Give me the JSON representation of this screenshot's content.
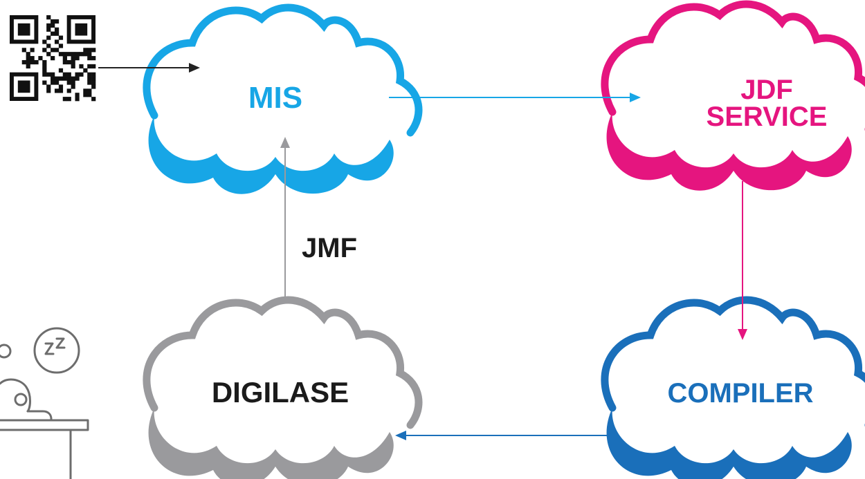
{
  "nodes": {
    "mis": {
      "label_lines": [
        "MIS"
      ],
      "color": "#17a6e6"
    },
    "jdf": {
      "label_lines": [
        "JDF",
        "SERVICE"
      ],
      "color": "#e5157f"
    },
    "digilase": {
      "label_lines": [
        "DIGILASE"
      ],
      "color": "#9a9a9d"
    },
    "compiler": {
      "label_lines": [
        "COMPILER"
      ],
      "color": "#1a6fba"
    }
  },
  "edges": {
    "qr_to_mis": {
      "color": "#222222"
    },
    "mis_to_jdf": {
      "color": "#17a6e6"
    },
    "jdf_to_compiler": {
      "color": "#e5157f"
    },
    "compiler_to_digilase": {
      "color": "#1a6fba"
    },
    "digilase_to_mis": {
      "label": "JMF",
      "color": "#9a9a9d"
    }
  },
  "icons": {
    "qr": "qr-code-icon",
    "sleeping": "sleeping-person-icon"
  },
  "colors": {
    "text_dark": "#1b1b1b",
    "icon_gray": "#6d6d6d"
  }
}
